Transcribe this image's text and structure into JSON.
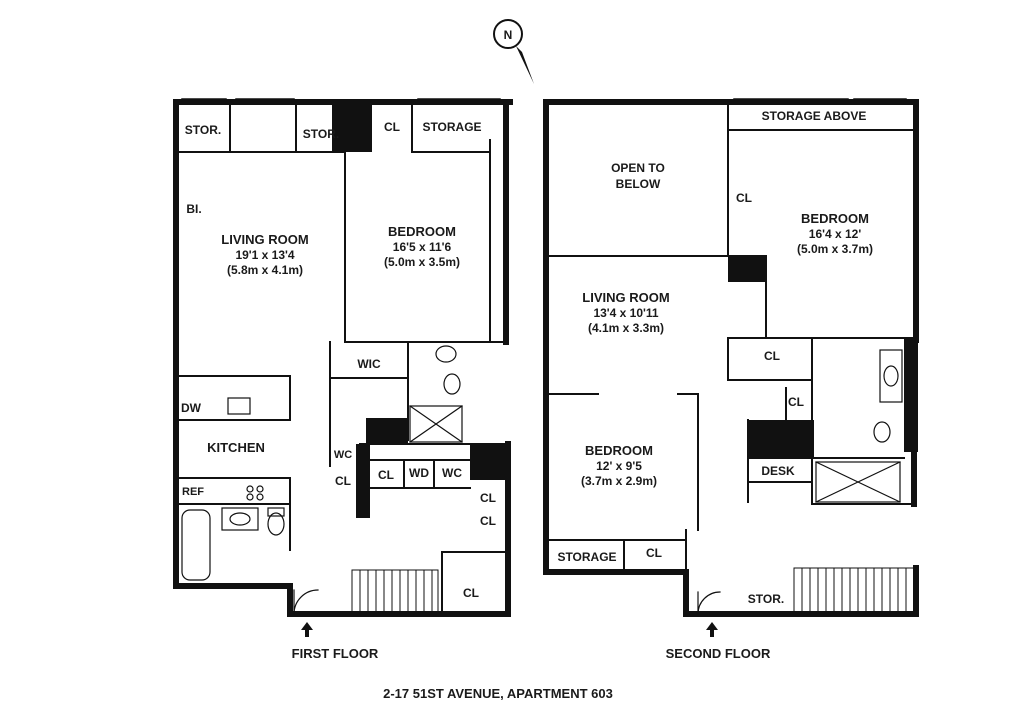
{
  "compass": {
    "letter": "N",
    "icon": "north-arrow-icon"
  },
  "first_floor": {
    "caption": "FIRST FLOOR",
    "rooms": {
      "stor_left": "STOR.",
      "stor_mid": "STOR.",
      "cl_top": "CL",
      "storage_top": "STORAGE",
      "bi": "BI.",
      "living": {
        "name": "LIVING ROOM",
        "dim_ft": "19'1 x 13'4",
        "dim_m": "(5.8m x 4.1m)"
      },
      "bedroom": {
        "name": "BEDROOM",
        "dim_ft": "16'5 x 11'6",
        "dim_m": "(5.0m x 3.5m)"
      },
      "wic": "WIC",
      "dw": "DW",
      "kitchen": "KITCHEN",
      "ref": "REF",
      "wc_small": "WC",
      "cl_hall": "CL",
      "cl_mid": "CL",
      "wd": "WD",
      "wc": "WC",
      "cl_right1": "CL",
      "cl_right2": "CL",
      "cl_bottom": "CL"
    }
  },
  "second_floor": {
    "caption": "SECOND FLOOR",
    "rooms": {
      "storage_above": "STORAGE ABOVE",
      "open_to_below_1": "OPEN TO",
      "open_to_below_2": "BELOW",
      "cl_left": "CL",
      "bedroom_big": {
        "name": "BEDROOM",
        "dim_ft": "16'4 x 12'",
        "dim_m": "(5.0m x 3.7m)"
      },
      "living": {
        "name": "LIVING ROOM",
        "dim_ft": "13'4 x 10'11",
        "dim_m": "(4.1m x 3.3m)"
      },
      "cl_mid": "CL",
      "cl_small": "CL",
      "bedroom_small": {
        "name": "BEDROOM",
        "dim_ft": "12' x 9'5",
        "dim_m": "(3.7m x 2.9m)"
      },
      "desk": "DESK",
      "storage": "STORAGE",
      "cl_bottom": "CL",
      "stor": "STOR."
    }
  },
  "footer": {
    "address": "2-17 51ST AVENUE, APARTMENT 603"
  }
}
